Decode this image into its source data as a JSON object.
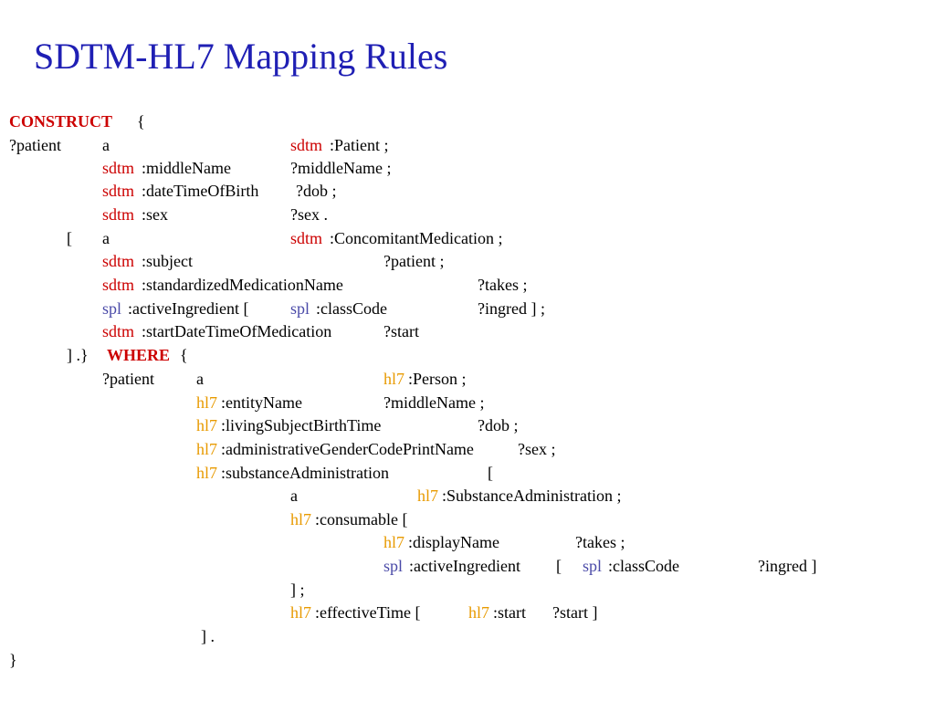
{
  "title": "SDTM-HL7 Mapping Rules",
  "colors": {
    "title": "#1f1fb4",
    "keyword": "#cc0000",
    "sdtm": "#cc0000",
    "spl": "#4a4aa8",
    "hl7": "#e89a00",
    "text": "#000000"
  },
  "code": {
    "l1": {
      "construct": "CONSTRUCT",
      "brace": " {"
    },
    "l2": {
      "var": "?patient",
      "a": "a",
      "pfx": "sdtm",
      "cls": ":Patient ;"
    },
    "l3": {
      "pfx": "sdtm",
      "prop": ":middleName",
      "obj": "?middleName ;"
    },
    "l4": {
      "pfx": "sdtm",
      "prop": ":dateTimeOfBirth",
      "obj": "?dob ;"
    },
    "l5": {
      "pfx": "sdtm",
      "prop": ":sex",
      "obj": "?sex ."
    },
    "l6": {
      "bracket": "[",
      "a": "a",
      "pfx": "sdtm",
      "cls": ":ConcomitantMedication ;"
    },
    "l7": {
      "pfx": "sdtm",
      "prop": ":subject",
      "obj": "?patient ;"
    },
    "l8": {
      "pfx": "sdtm",
      "prop": ":standardizedMedicationName",
      "obj": "?takes ;"
    },
    "l9": {
      "pfx1": "spl",
      "prop1": ":activeIngredient [",
      "pfx2": "spl",
      "prop2": ":classCode",
      "obj": "?ingred ] ;"
    },
    "l10": {
      "pfx": "sdtm",
      "prop": ":startDateTimeOfMedication",
      "obj": "?start"
    },
    "l11": {
      "close": "] .}",
      "where": "WHERE",
      "brace": " {"
    },
    "l12": {
      "var": "?patient",
      "a": "a",
      "pfx": "hl7",
      "cls": ":Person ;"
    },
    "l13": {
      "pfx": "hl7",
      "prop": ":entityName",
      "obj": "?middleName ;"
    },
    "l14": {
      "pfx": "hl7",
      "prop": ":livingSubjectBirthTime",
      "obj": "?dob ;"
    },
    "l15": {
      "pfx": "hl7",
      "prop": ":administrativeGenderCodePrintName",
      "obj": " ?sex ;"
    },
    "l16": {
      "pfx": "hl7",
      "prop": ":substanceAdministration",
      "obj": "["
    },
    "l17": {
      "a": "a",
      "pfx": "hl7",
      "cls": ":SubstanceAdministration ;"
    },
    "l18": {
      "pfx": "hl7",
      "prop": ":consumable ["
    },
    "l19": {
      "pfx": "hl7",
      "prop": ":displayName",
      "obj": "?takes ;"
    },
    "l20": {
      "pfx1": "spl",
      "prop1": ":activeIngredient",
      "bracket": "[",
      "pfx2": "spl",
      "prop2": ":classCode",
      "obj": "?ingred ]"
    },
    "l21": {
      "close": "] ;"
    },
    "l22": {
      "pfx1": "hl7",
      "prop1": ":effectiveTime [",
      "pfx2": "hl7",
      "prop2": ":start",
      "obj": "?start ]"
    },
    "l23": {
      "close": "] ."
    },
    "l24": {
      "close": "}"
    }
  }
}
